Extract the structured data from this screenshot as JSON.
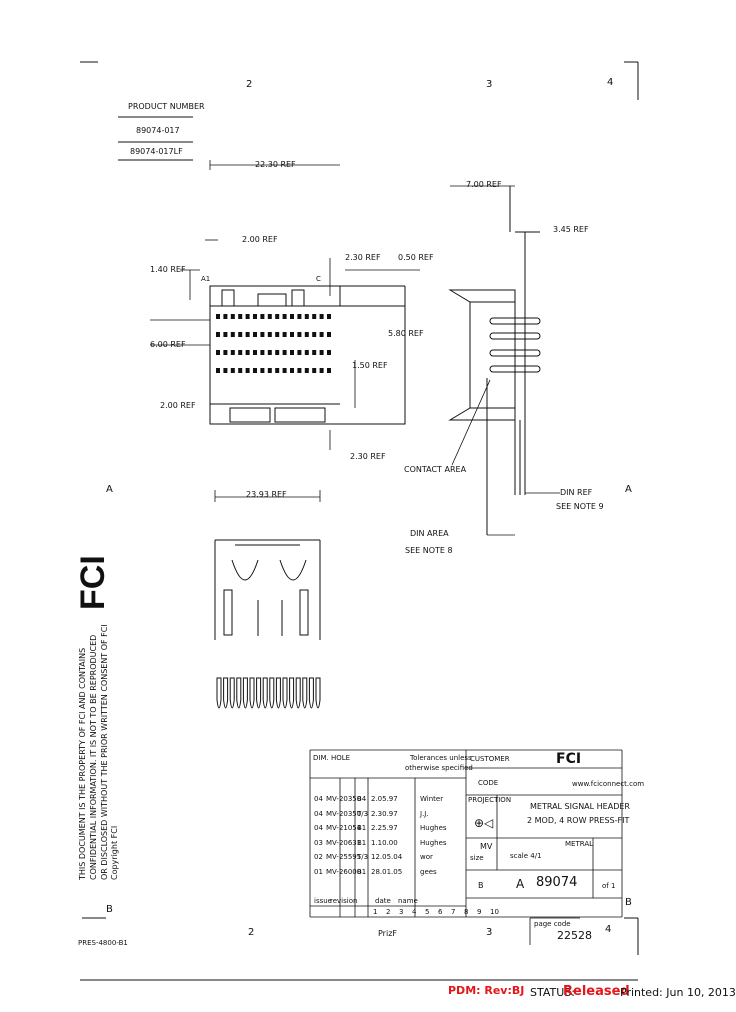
{
  "grid": {
    "top": [
      "2",
      "3",
      "4"
    ],
    "bottom": [
      "2",
      "3",
      "4"
    ],
    "left": [
      "A",
      "B"
    ],
    "right": [
      "A",
      "B"
    ],
    "size_label": "PrizF"
  },
  "product_table": {
    "header": "PRODUCT NUMBER",
    "rows": [
      "89074-017",
      "89074-017LF"
    ]
  },
  "dimensions": {
    "d_22_30": "22.30 REF",
    "d_7_00": "7.00 REF",
    "d_3_45": "3.45 REF",
    "d_2_00_top": "2.00 REF",
    "d_1_40": "1.40 REF",
    "d_2_30": "2.30 REF",
    "d_0_50": "0.50 REF",
    "d_6_00": "6.00 REF",
    "d_5_80": "5.80 REF",
    "d_1_50": "1.50 REF",
    "d_2_00_lower": "2.00 REF",
    "d_2_30_lower": "2.30 REF",
    "d_23_93": "23.93 REF",
    "contact_label": "CONTACT AREA",
    "din_right_1": "DIN REF",
    "din_right_2": "SEE NOTE 9",
    "din_lower_1": "DIN AREA",
    "din_lower_2": "SEE NOTE 8",
    "pin_a1": "A1",
    "pin_c": "C"
  },
  "logo": {
    "text": "FCI"
  },
  "legal_text": [
    "THIS DOCUMENT IS THE PROPERTY OF FCI AND CONTAINS",
    "CONFIDENTIAL INFORMATION. IT IS NOT TO BE REPRODUCED",
    "OR DISCLOSED WITHOUT THE PRIOR WRITTEN CONSENT OF FCI",
    "Copyright FCI"
  ],
  "title_block": {
    "dim_note": "DIM. HOLE",
    "tolerance_1": "Tolerances unless",
    "tolerance_2": "otherwise specified",
    "customer": "CUSTOMER",
    "fci_logo": "FCI",
    "code": "CODE",
    "website": "www.fciconnect.com",
    "projection": "PROJECTION",
    "title_1": "METRAL SIGNAL HEADER",
    "title_2": "2 MOD, 4 ROW PRESS-FIT",
    "mv": "MV",
    "scale": "scale 4/1",
    "size": "size",
    "family": "METRAL",
    "sheet_of": "of 1",
    "revision": "A",
    "part_number": "89074",
    "rev_letter": "B",
    "revisions": [
      [
        "04",
        "MV-20350",
        "B4",
        "2.05.97",
        "Winter"
      ],
      [
        "04",
        "MV-20350",
        "T/3",
        "2.30.97",
        "J.J."
      ],
      [
        "04",
        "MV-21054",
        "B1",
        "2.25.97",
        "Hughes"
      ],
      [
        "03",
        "MV-20631",
        "B1",
        "1.10.00",
        "Hughes"
      ],
      [
        "02",
        "MV-25595",
        "T/3",
        "12.05.04",
        "wor"
      ],
      [
        "01",
        "MV-26000",
        "B1",
        "28.01.05",
        "gees"
      ]
    ],
    "col_heads": [
      "issue",
      "revision",
      "",
      "date",
      "name"
    ],
    "sheet_nums": [
      "1",
      "2",
      "3",
      "4",
      "5",
      "6",
      "7",
      "8",
      "9",
      "10"
    ],
    "doc_number": "22528",
    "doc_label": "page code"
  },
  "footer": {
    "pdm": "PDM: Rev:BJ",
    "status_label": "STATUS:",
    "status_value": "Released",
    "printed": "Printed: Jun 10, 2013"
  },
  "sheet_ref": "PRES-4800-B1"
}
